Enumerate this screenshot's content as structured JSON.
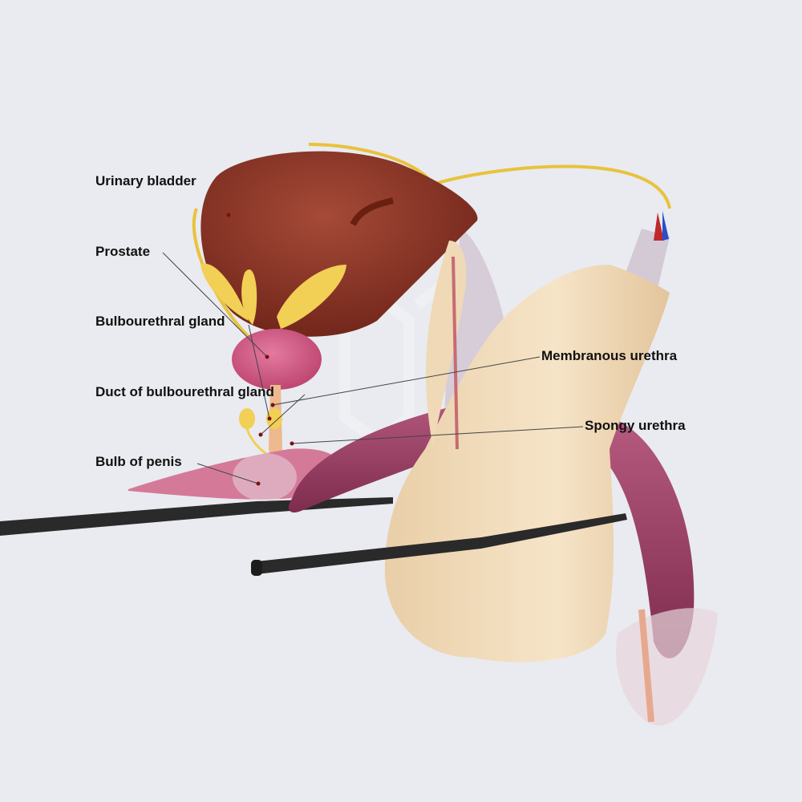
{
  "labels": {
    "urinary_bladder": "Urinary bladder",
    "prostate": "Prostate",
    "bulbourethral_gland": "Bulbourethral gland",
    "duct_of_bulbourethral_gland": "Duct of bulbourethral gland",
    "bulb_of_penis": "Bulb of penis",
    "membranous_urethra": "Membranous urethra",
    "spongy_urethra": "Spongy urethra"
  },
  "colors": {
    "background": "#e9ebf0",
    "bladder": "#8e3a2c",
    "prostate": "#d4587f",
    "seminal_gland": "#f2cf55",
    "skin": "#f1dcbc",
    "corpus": "#a8456a",
    "leader_line": "#444444",
    "marker": "#7a1010"
  }
}
